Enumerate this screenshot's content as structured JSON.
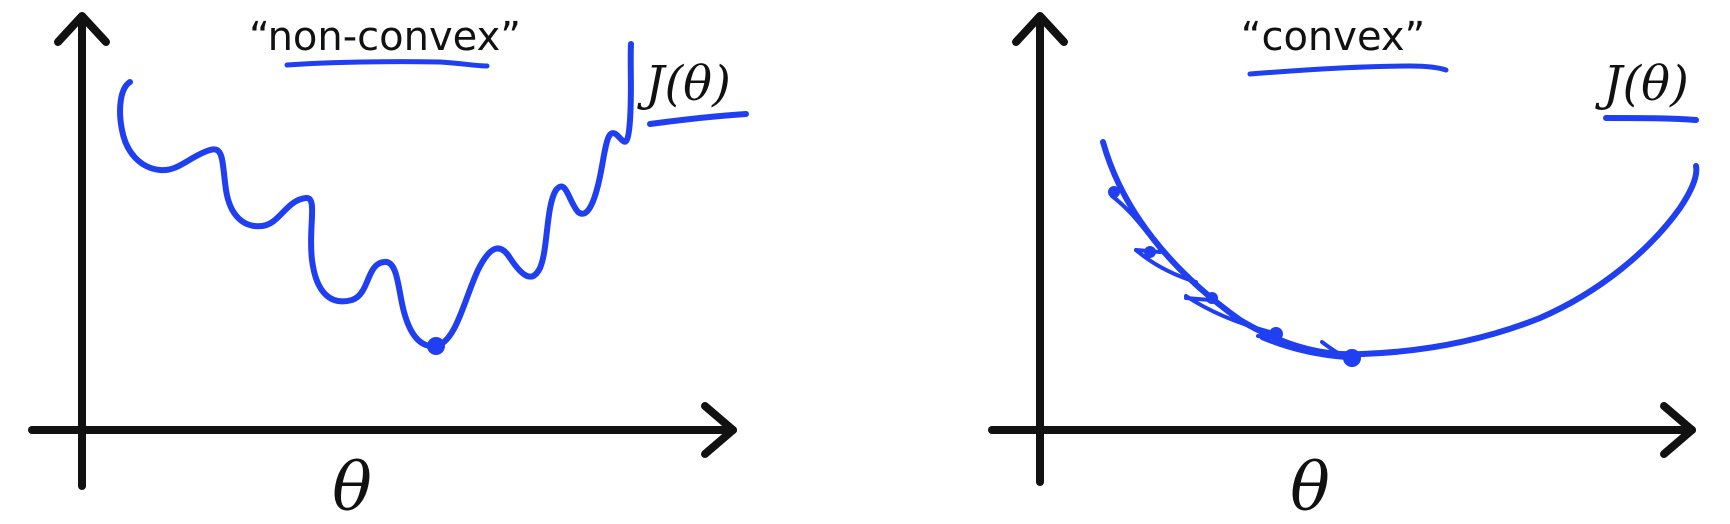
{
  "colors": {
    "ink": "#111111",
    "pen": "#1f3ff0",
    "background": "#ffffff"
  },
  "panels": [
    {
      "title": "“non-convex”",
      "ylabel": "J(θ)",
      "xlabel": "θ"
    },
    {
      "title": "“convex”",
      "ylabel": "J(θ)",
      "xlabel": "θ"
    }
  ]
}
